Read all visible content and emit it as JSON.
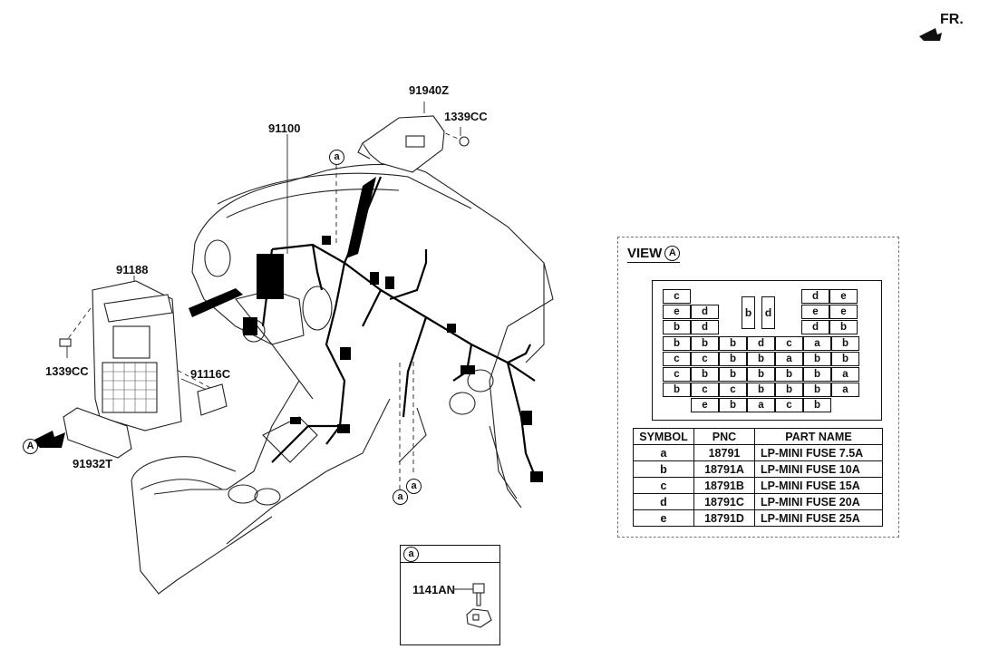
{
  "orientation": {
    "label": "FR."
  },
  "callouts": {
    "p91940Z": "91940Z",
    "p1339CC_top": "1339CC",
    "p91100": "91100",
    "p91188": "91188",
    "p1339CC_left": "1339CC",
    "p91116C": "91116C",
    "p91932T": "91932T",
    "p1141AN": "1141AN"
  },
  "markers": {
    "a_top": "a",
    "a_bottom1": "a",
    "a_bottom2": "a",
    "a_detail": "a",
    "view_A": "A"
  },
  "view": {
    "title": "VIEW",
    "marker": "A",
    "grid": {
      "row1": [
        "c",
        "",
        "",
        "",
        "",
        "",
        "d",
        "e"
      ],
      "row2": [
        "e",
        "d",
        "",
        "",
        "",
        "",
        "e",
        "e"
      ],
      "row3": [
        "b",
        "d",
        "",
        "",
        "",
        "",
        "d",
        "b"
      ],
      "row4": [
        "b",
        "b",
        "b",
        "d",
        "c",
        "a",
        "b"
      ],
      "row5": [
        "c",
        "c",
        "b",
        "b",
        "a",
        "b",
        "b"
      ],
      "row6": [
        "c",
        "b",
        "b",
        "b",
        "b",
        "b",
        "a"
      ],
      "row7": [
        "b",
        "c",
        "c",
        "b",
        "b",
        "b",
        "a"
      ],
      "row8": [
        "e",
        "b",
        "a",
        "c",
        "b"
      ],
      "tall": [
        "b",
        "d"
      ]
    }
  },
  "fuse_table": {
    "headers": [
      "SYMBOL",
      "PNC",
      "PART NAME"
    ],
    "rows": [
      {
        "symbol": "a",
        "pnc": "18791",
        "name": "LP-MINI FUSE 7.5A"
      },
      {
        "symbol": "b",
        "pnc": "18791A",
        "name": "LP-MINI FUSE 10A"
      },
      {
        "symbol": "c",
        "pnc": "18791B",
        "name": "LP-MINI FUSE 15A"
      },
      {
        "symbol": "d",
        "pnc": "18791C",
        "name": "LP-MINI FUSE 20A"
      },
      {
        "symbol": "e",
        "pnc": "18791D",
        "name": "LP-MINI FUSE 25A"
      }
    ]
  }
}
